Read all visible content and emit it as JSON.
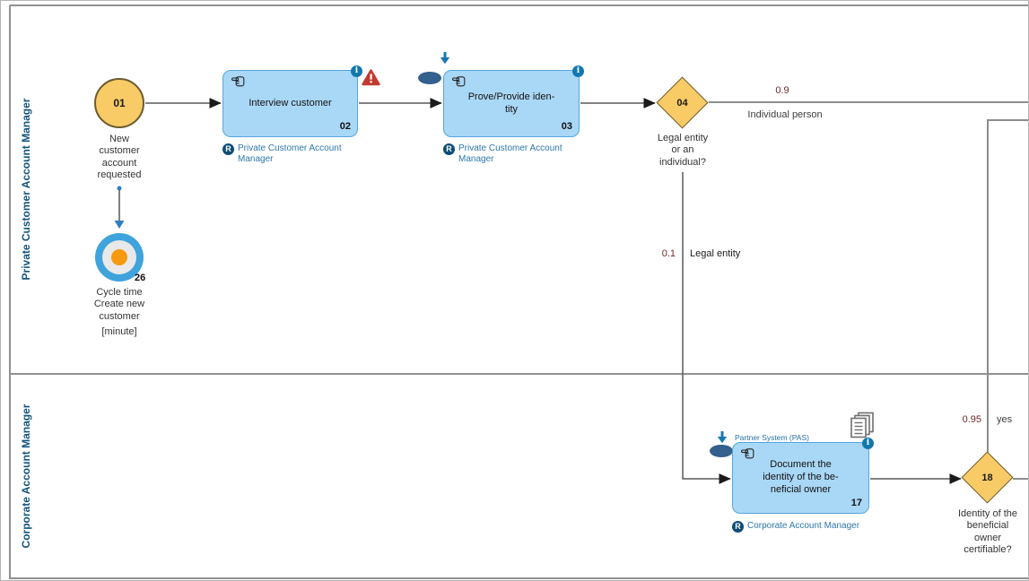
{
  "lanes": [
    {
      "label": "Private Customer Account Manager"
    },
    {
      "label": "Corporate Account Manager"
    }
  ],
  "nodes": {
    "start_event": {
      "number": "01",
      "label_lines": [
        "New",
        "customer",
        "account",
        "requested"
      ]
    },
    "kpi_timer": {
      "number": "26",
      "label_lines": [
        "Cycle time",
        "Create new",
        "customer"
      ],
      "unit": "[minute]"
    },
    "task_interview": {
      "number": "02",
      "title": "Interview customer",
      "role": "Private Customer Account Manager"
    },
    "task_prove": {
      "number": "03",
      "title_lines": [
        "Prove/Provide iden-",
        "tity"
      ],
      "role": "Private Customer Account Manager"
    },
    "task_document": {
      "number": "17",
      "title_lines": [
        "Document the",
        "identity of the be-",
        "neficial owner"
      ],
      "role": "Corporate Account Manager",
      "system_label": "Partner System (PAS)"
    },
    "gateway_legal": {
      "number": "04",
      "question_lines": [
        "Legal entity",
        "or an",
        "individual?"
      ]
    },
    "gateway_identity": {
      "number": "18",
      "question_lines": [
        "Identity of the",
        "beneficial",
        "owner",
        "certifiable?"
      ]
    }
  },
  "flows": {
    "individual_person": {
      "probability": "0.9",
      "label": "Individual person"
    },
    "legal_entity": {
      "probability": "0.1",
      "label": "Legal entity"
    },
    "yes_branch": {
      "probability": "0.95",
      "label": "yes"
    }
  },
  "badges": {
    "role": "R",
    "info": "i"
  },
  "colors": {
    "task_fill": "#a9d7f6",
    "task_border": "#55a7dc",
    "gateway_fill": "#f8cb66",
    "gateway_border": "#6b5b2e",
    "info_blue": "#1178ad",
    "role_text": "#2e78ad",
    "lane_text": "#14547c",
    "warning_red": "#c23b2f",
    "kpi_ring": "#3fa3dc",
    "kpi_center": "#f5990f",
    "attachment_navy": "#33608c",
    "probability_text": "#6e2a2a"
  }
}
